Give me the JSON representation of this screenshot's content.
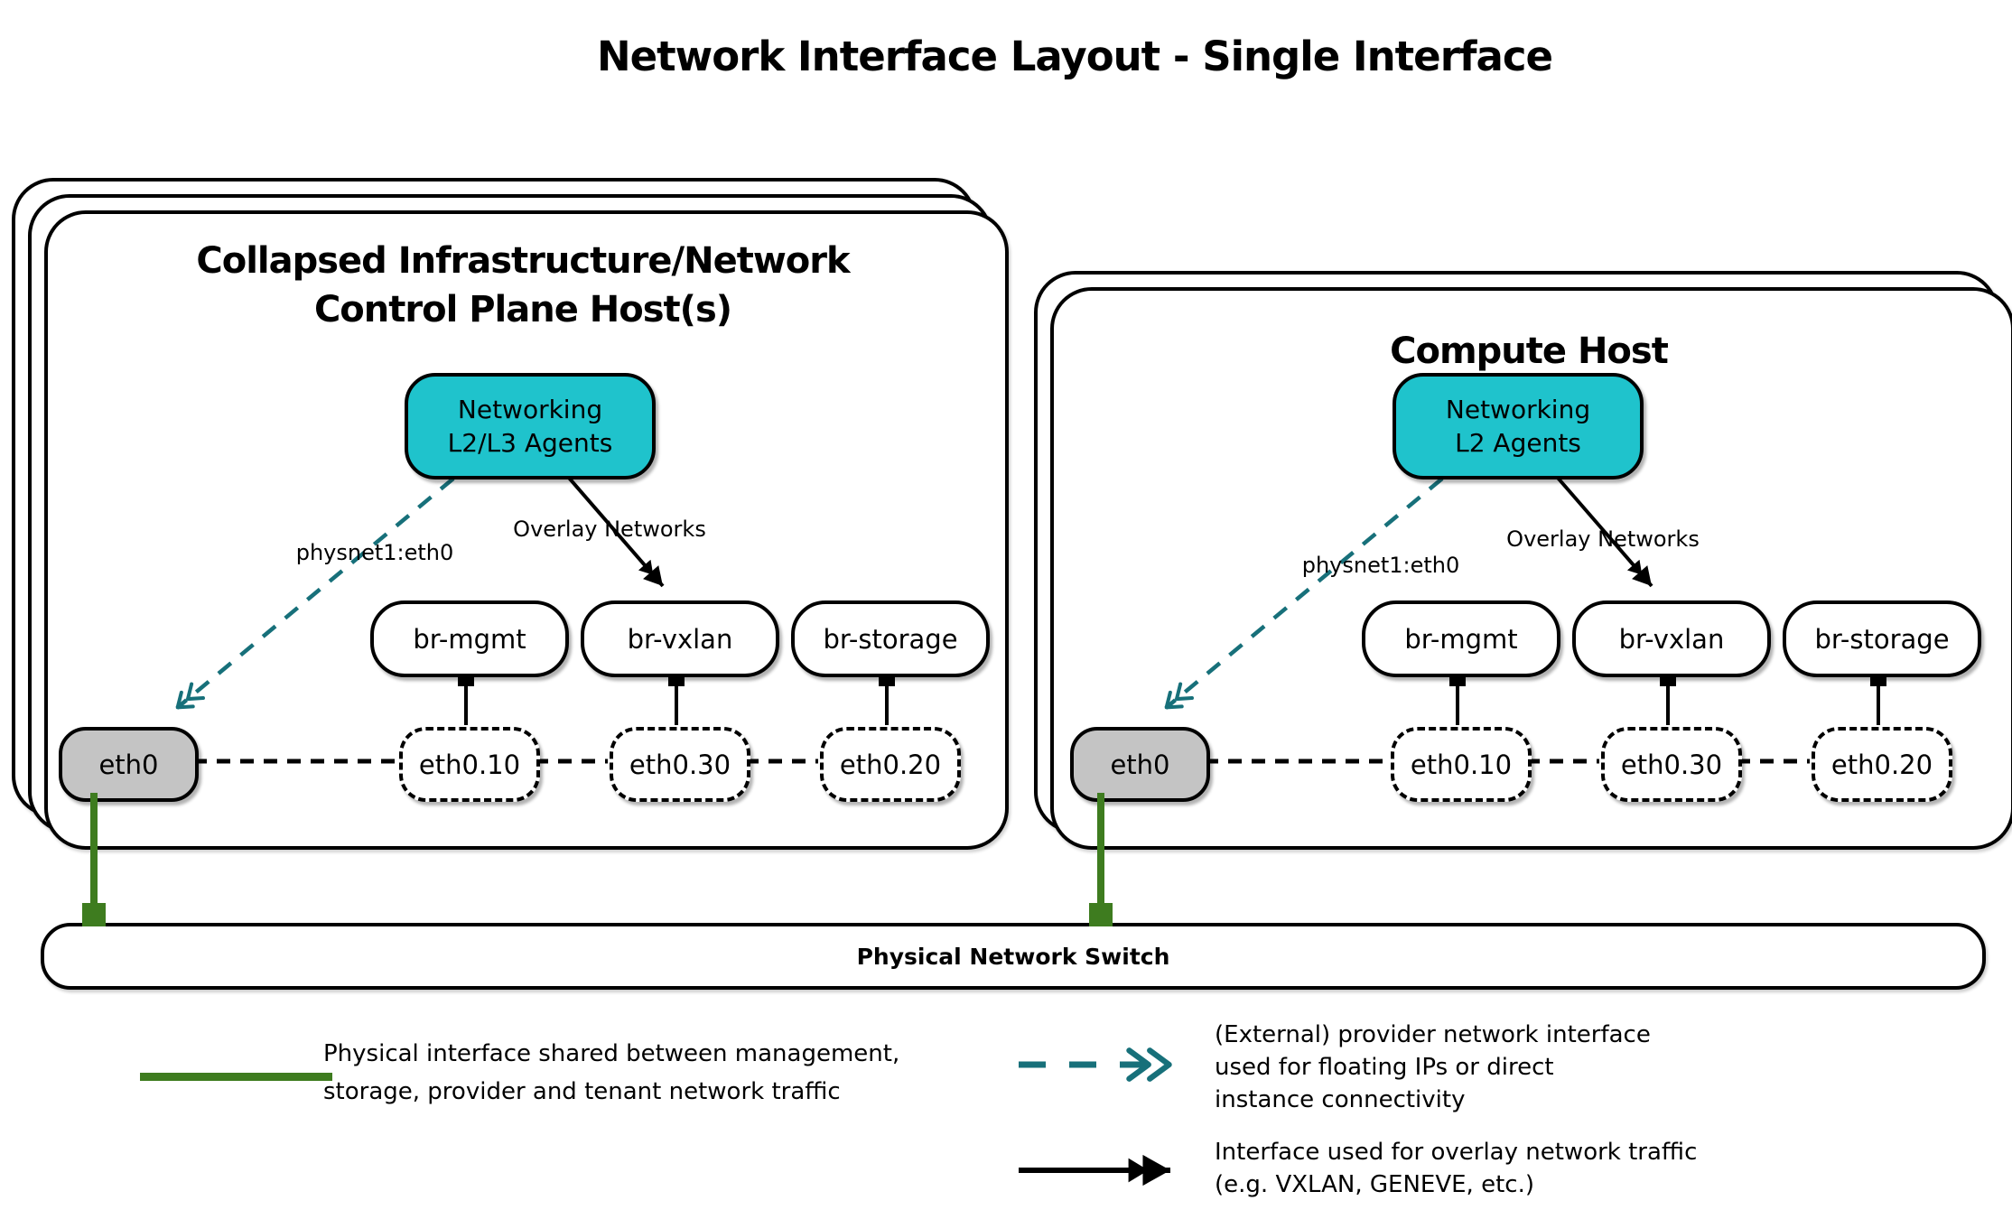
{
  "title": "Network Interface Layout - Single Interface",
  "hosts": [
    {
      "title_line1": "Collapsed Infrastructure/Network",
      "title_line2": "Control Plane Host(s)",
      "agent_line1": "Networking",
      "agent_line2": "L2/L3 Agents",
      "provider_label": "physnet1:eth0",
      "overlay_label": "Overlay Networks",
      "bridges": [
        "br-mgmt",
        "br-vxlan",
        "br-storage"
      ],
      "physical_interface": "eth0",
      "vlan_interfaces": [
        "eth0.10",
        "eth0.30",
        "eth0.20"
      ]
    },
    {
      "title_line1": "Compute Host",
      "title_line2": "",
      "agent_line1": "Networking",
      "agent_line2": "L2 Agents",
      "provider_label": "physnet1:eth0",
      "overlay_label": "Overlay Networks",
      "bridges": [
        "br-mgmt",
        "br-vxlan",
        "br-storage"
      ],
      "physical_interface": "eth0",
      "vlan_interfaces": [
        "eth0.10",
        "eth0.30",
        "eth0.20"
      ]
    }
  ],
  "switch_label": "Physical Network Switch",
  "legend": [
    {
      "key": "physical-interface",
      "lines": [
        "Physical interface shared between management,",
        "storage, provider and tenant network traffic"
      ]
    },
    {
      "key": "provider-interface",
      "lines": [
        "(External) provider network interface",
        "used for floating IPs or direct",
        "instance connectivity"
      ]
    },
    {
      "key": "overlay-interface",
      "lines": [
        "Interface used for overlay network traffic",
        "(e.g. VXLAN, GENEVE, etc.)"
      ]
    }
  ],
  "colors": {
    "agent_fill": "#1fc3cc",
    "provider_teal": "#17707a",
    "physical_green": "#3e7c1f",
    "interface_gray": "#c4c4c4"
  }
}
